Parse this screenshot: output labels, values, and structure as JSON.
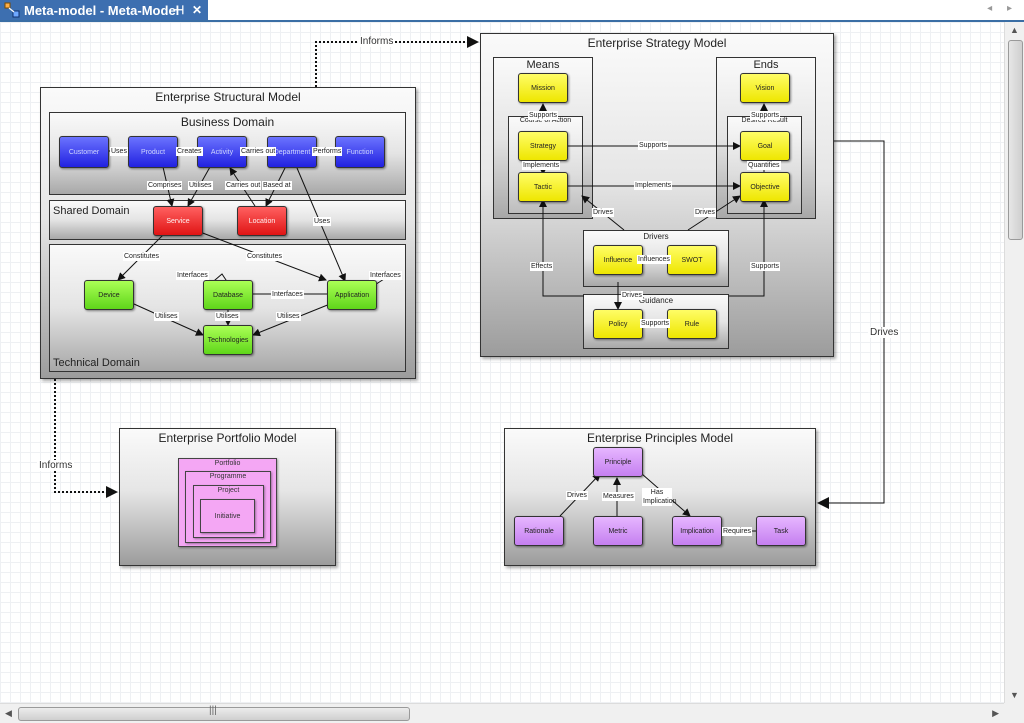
{
  "window": {
    "tab_title": "Meta-model - Meta-Model",
    "pin_icon": "pin-icon",
    "close_icon": "close-icon",
    "nav": "◂ ▸"
  },
  "colors": {
    "business": "#2121e0",
    "shared": "#e01414",
    "technical": "#5fd61a",
    "strategy": "#eee600",
    "principles": "#c57ff0",
    "portfolio": "#f4a7f4",
    "tab_accent": "#3d6fb0"
  },
  "structural": {
    "title": "Enterprise Structural Model",
    "business_domain": {
      "title": "Business Domain",
      "nodes": {
        "customer": "Customer",
        "product": "Product",
        "activity": "Activity",
        "department": "Department",
        "function": "Function"
      }
    },
    "shared_domain": {
      "title": "Shared Domain",
      "nodes": {
        "service": "Service",
        "location": "Location"
      }
    },
    "technical_domain": {
      "title": "Technical Domain",
      "nodes": {
        "device": "Device",
        "database": "Database",
        "application": "Application",
        "technologies": "Technologies"
      }
    },
    "labels": {
      "uses": "Uses",
      "creates": "Creates",
      "carries_out_1": "Carries out",
      "performs": "Performs",
      "comprises": "Comprises",
      "utilises_1": "Utilises",
      "carries_out_2": "Carries out",
      "based_at": "Based at",
      "uses_2": "Uses",
      "constitutes_1": "Constitutes",
      "constitutes_2": "Constitutes",
      "interfaces_1": "Interfaces",
      "interfaces_2": "Interfaces",
      "interfaces_3": "Interfaces",
      "utilises_2": "Utilises",
      "utilises_3": "Utilises",
      "utilises_4": "Utilises"
    }
  },
  "strategy": {
    "title": "Enterprise Strategy Model",
    "means": {
      "title": "Means",
      "mission": "Mission",
      "course_of_action": "Course of Action",
      "strategy": "Strategy",
      "tactic": "Tactic"
    },
    "ends": {
      "title": "Ends",
      "vision": "Vision",
      "desired_result": "Desired Result",
      "goal": "Goal",
      "objective": "Objective"
    },
    "drivers": {
      "title": "Drivers",
      "influence": "Influence",
      "swot": "SWOT"
    },
    "guidance": {
      "title": "Guidance",
      "policy": "Policy",
      "rule": "Rule"
    },
    "labels": {
      "supports_1": "Supports",
      "supports_2": "Supports",
      "supports_3": "Supports",
      "supports_4": "Supports",
      "supports_5": "Supports",
      "implements_1": "Implements",
      "implements_2": "Implements",
      "quantifies": "Quantifies",
      "drives_1": "Drives",
      "drives_2": "Drives",
      "drives_3": "Drives",
      "effects": "Effects",
      "influences": "Influences"
    }
  },
  "portfolio": {
    "title": "Enterprise Portfolio Model",
    "portfolio": "Portfolio",
    "programme": "Programme",
    "project": "Project",
    "initiative": "Initiative"
  },
  "principles": {
    "title": "Enterprise Principles Model",
    "principle": "Principle",
    "rationale": "Rationale",
    "metric": "Metric",
    "implication": "Implication",
    "task": "Task",
    "labels": {
      "drives": "Drives",
      "measures": "Measures",
      "has_implication": "Has Implication",
      "requires": "Requires"
    }
  },
  "connectors": {
    "informs_1": "Informs",
    "informs_2": "Informs",
    "drives": "Drives"
  }
}
